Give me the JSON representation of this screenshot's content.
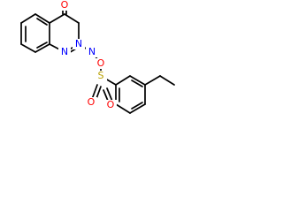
{
  "molecule": {
    "atoms": [
      {
        "id": "O1",
        "symbol": "O",
        "color": "#ff0000"
      },
      {
        "id": "N1",
        "symbol": "N",
        "color": "#0000ff"
      },
      {
        "id": "N2",
        "symbol": "N",
        "color": "#0000ff"
      },
      {
        "id": "N3",
        "symbol": "N",
        "color": "#0000ff"
      },
      {
        "id": "O2",
        "symbol": "O",
        "color": "#ff0000"
      },
      {
        "id": "S1",
        "symbol": "S",
        "color": "#b8a000"
      },
      {
        "id": "O3",
        "symbol": "O",
        "color": "#ff0000"
      },
      {
        "id": "O4",
        "symbol": "O",
        "color": "#ff0000"
      }
    ]
  }
}
